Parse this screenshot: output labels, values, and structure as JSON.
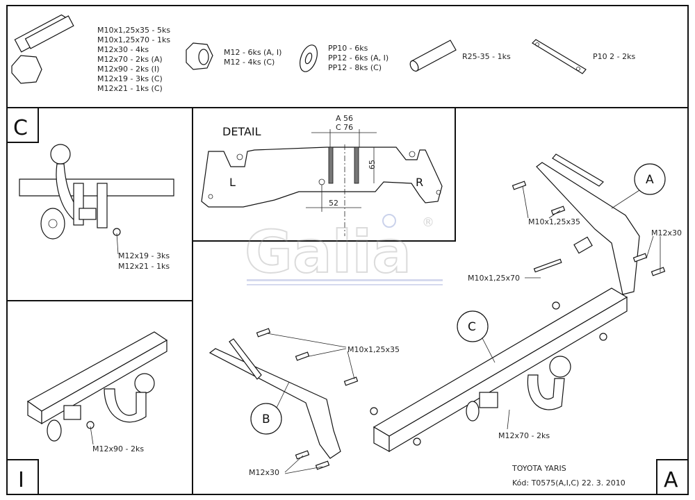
{
  "parts": {
    "bolt": [
      "M10x1,25x35 - 5ks",
      "M10x1,25x70 - 1ks",
      "M12x30 - 4ks",
      "M12x70 - 2ks (A)",
      "M12x90 - 2ks (I)",
      "M12x19 - 3ks (C)",
      "M12x21 - 1ks (C)"
    ],
    "nut": [
      "M12 - 6ks (A, I)",
      "M12 - 4ks (C)"
    ],
    "washer": [
      "PP10 - 6ks",
      "PP12 - 6ks (A, I)",
      "PP12 - 8ks (C)"
    ],
    "spacer": "R25-35 - 1ks",
    "plate": "P10 2 - 2ks"
  },
  "sections": {
    "c": "C",
    "i": "I",
    "a": "A"
  },
  "panel_c": {
    "labels": [
      "M12x19 - 3ks",
      "M12x21 - 1ks"
    ]
  },
  "panel_i": {
    "label": "M12x90 - 2ks"
  },
  "detail": {
    "title": "DETAIL",
    "dim_a": "A 56",
    "dim_c": "C 76",
    "dim_height": "65",
    "dim_offset": "52",
    "left": "L",
    "right": "R"
  },
  "logo": {
    "text": "Galia",
    "mark": "®"
  },
  "main": {
    "callouts": {
      "a": "A",
      "b": "B",
      "c": "C"
    },
    "labels": {
      "m10_35_right": "M10x1,25x35",
      "m12_30_right": "M12x30",
      "m10_70": "M10x1,25x70",
      "m10_35_left": "M10x1,25x35",
      "m12_70": "M12x70 - 2ks",
      "m12_30_bottom": "M12x30"
    }
  },
  "title_block": {
    "vehicle": "TOYOTA YARIS",
    "code": "Kód: T0575(A,I,C)  22. 3. 2010"
  }
}
